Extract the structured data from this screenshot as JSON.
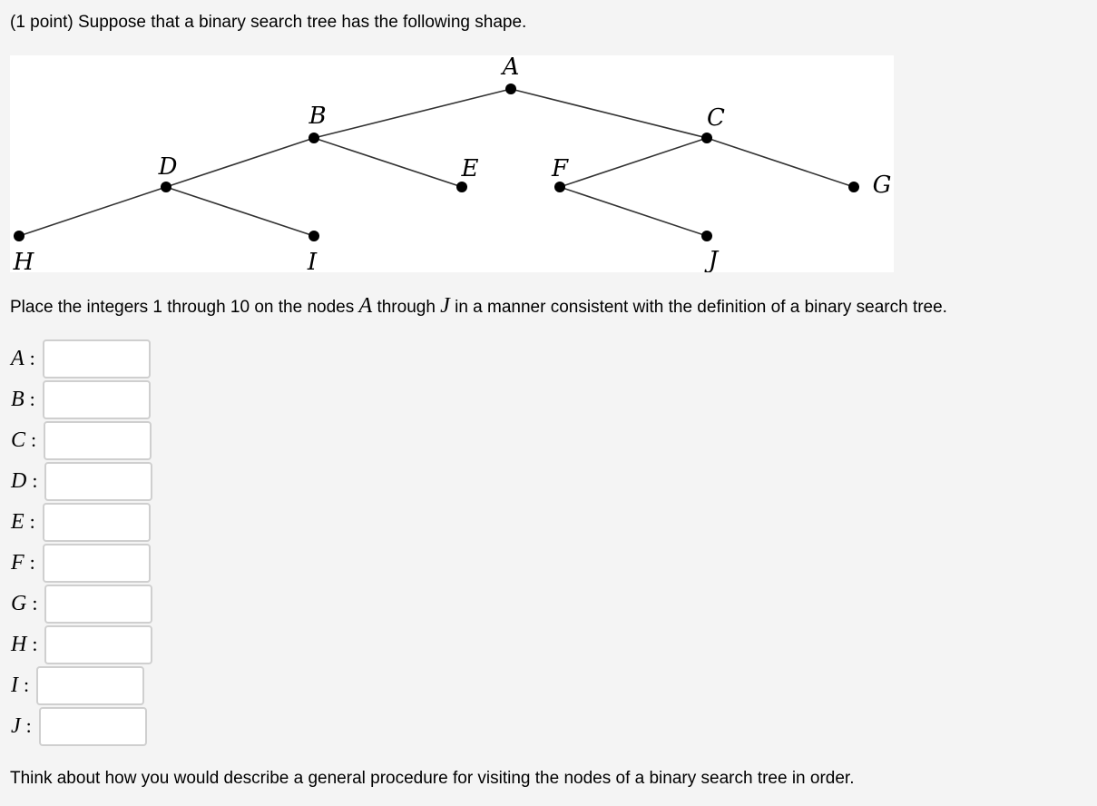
{
  "question": {
    "intro": "(1 point) Suppose that a binary search tree has the following shape.",
    "instructions": {
      "part1": "Place the integers 1 through 10 on the nodes ",
      "var_start": "A",
      "part2": " through ",
      "var_end": "J",
      "part3": " in a manner consistent with the definition of a binary search tree."
    },
    "footer": "Think about how you would describe a general procedure for visiting the nodes of a binary search tree in order."
  },
  "tree": {
    "nodes": [
      {
        "id": "A",
        "label": "A"
      },
      {
        "id": "B",
        "label": "B"
      },
      {
        "id": "C",
        "label": "C"
      },
      {
        "id": "D",
        "label": "D"
      },
      {
        "id": "E",
        "label": "E"
      },
      {
        "id": "F",
        "label": "F"
      },
      {
        "id": "G",
        "label": "G"
      },
      {
        "id": "H",
        "label": "H"
      },
      {
        "id": "I",
        "label": "I"
      },
      {
        "id": "J",
        "label": "J"
      }
    ],
    "edges": [
      [
        "A",
        "B"
      ],
      [
        "A",
        "C"
      ],
      [
        "B",
        "D"
      ],
      [
        "B",
        "E"
      ],
      [
        "C",
        "F"
      ],
      [
        "C",
        "G"
      ],
      [
        "D",
        "H"
      ],
      [
        "D",
        "I"
      ],
      [
        "F",
        "J"
      ]
    ]
  },
  "answers": [
    {
      "label": "A",
      "colon": ":",
      "value": ""
    },
    {
      "label": "B",
      "colon": ":",
      "value": ""
    },
    {
      "label": "C",
      "colon": ":",
      "value": ""
    },
    {
      "label": "D",
      "colon": ":",
      "value": ""
    },
    {
      "label": "E",
      "colon": ":",
      "value": ""
    },
    {
      "label": "F",
      "colon": ":",
      "value": ""
    },
    {
      "label": "G",
      "colon": ":",
      "value": ""
    },
    {
      "label": "H",
      "colon": ":",
      "value": ""
    },
    {
      "label": "I",
      "colon": ":",
      "value": ""
    },
    {
      "label": "J",
      "colon": ":",
      "value": ""
    }
  ]
}
